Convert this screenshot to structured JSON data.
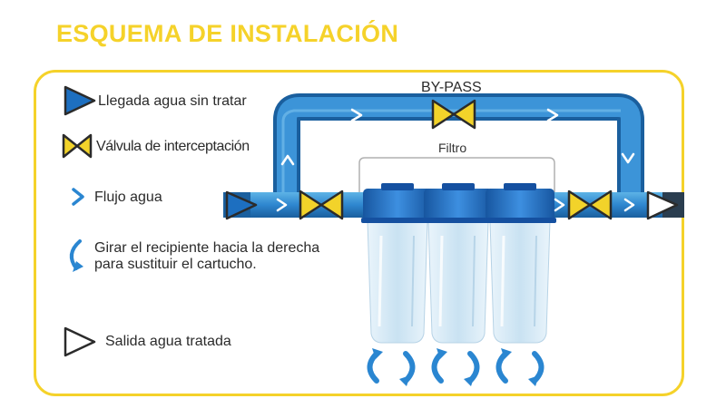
{
  "title": "ESQUEMA DE INSTALACIÓN",
  "labels": {
    "bypass": "BY-PASS",
    "filter": "Filtro"
  },
  "legend": [
    {
      "icon": "inlet-arrow-icon",
      "text": "Llegada agua sin tratar"
    },
    {
      "icon": "valve-icon",
      "text": "Válvula de interceptación"
    },
    {
      "icon": "chevron-right-icon",
      "text": "Flujo agua"
    },
    {
      "icon": "rotate-arrow-icon",
      "text": "Girar el recipiente hacia la derecha",
      "text2": "para sustituir el cartucho."
    },
    {
      "icon": "outlet-arrow-icon",
      "text": "Salida agua tratada"
    }
  ],
  "colors": {
    "yellow": "#f5d22a",
    "pipe_blue": "#1a6fb8",
    "pipe_light": "#5db3e6",
    "cap_blue": "#1d6fc0",
    "housing": "#d6eaf6",
    "arrow_blue": "#2a86d1",
    "valve_yellow": "#f2d32a",
    "dark_outline": "#2b2b2b"
  }
}
